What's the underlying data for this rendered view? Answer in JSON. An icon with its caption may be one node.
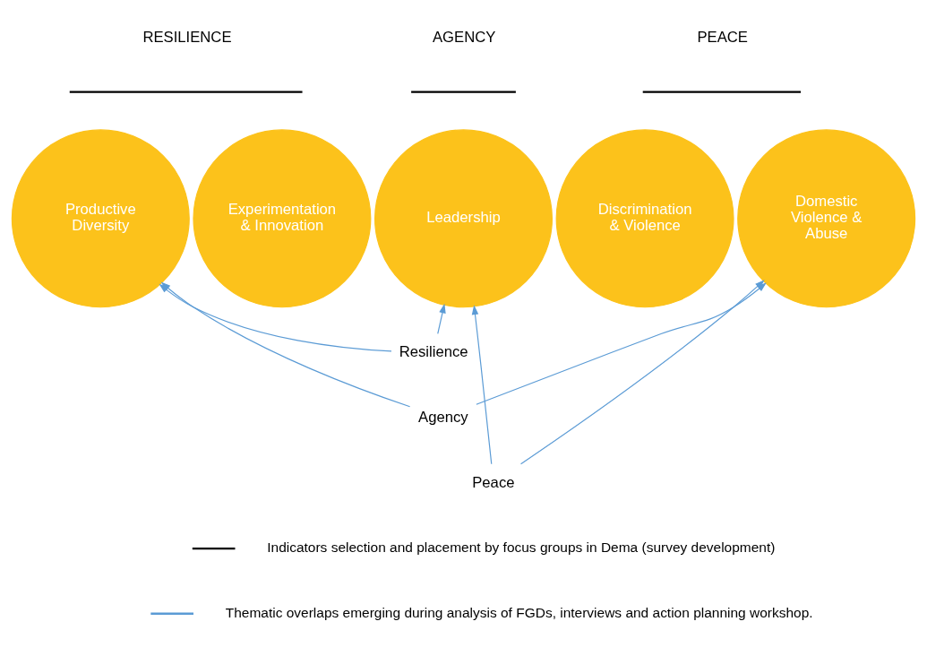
{
  "diagram": {
    "nodes": [
      {
        "text": [
          "Productive Diversity"
        ]
      },
      {
        "text": [
          "Experimentation & Innovation"
        ]
      },
      {
        "text": [
          "Leadership"
        ]
      },
      {
        "text": [
          "Discrimination & Violence"
        ]
      },
      {
        "text": [
          "Domestic Violence & Abuse"
        ]
      },
      {
        "text": [
          "Resilience"
        ]
      },
      {
        "text": [
          "Agency"
        ]
      },
      {
        "text": [
          "Peace"
        ]
      }
    ],
    "edges": [
      {
        "from": 5,
        "to": 0,
        "arrow": "to"
      },
      {
        "from": 5,
        "to": 2,
        "arrow": "to"
      },
      {
        "from": 6,
        "to": 0,
        "arrow": "to"
      },
      {
        "from": 6,
        "to": 4,
        "arrow": "to"
      },
      {
        "from": 7,
        "to": 2,
        "arrow": "to"
      },
      {
        "from": 7,
        "to": 4,
        "arrow": "to"
      }
    ],
    "labels": [
      "RESILIENCE",
      "AGENCY",
      "PEACE"
    ],
    "legend": [
      {
        "text": "Indicators selection and placement by focus groups in Dema (survey development)"
      },
      {
        "text": "Thematic overlaps emerging during analysis of FGDs, interviews and action planning workshop."
      }
    ]
  }
}
